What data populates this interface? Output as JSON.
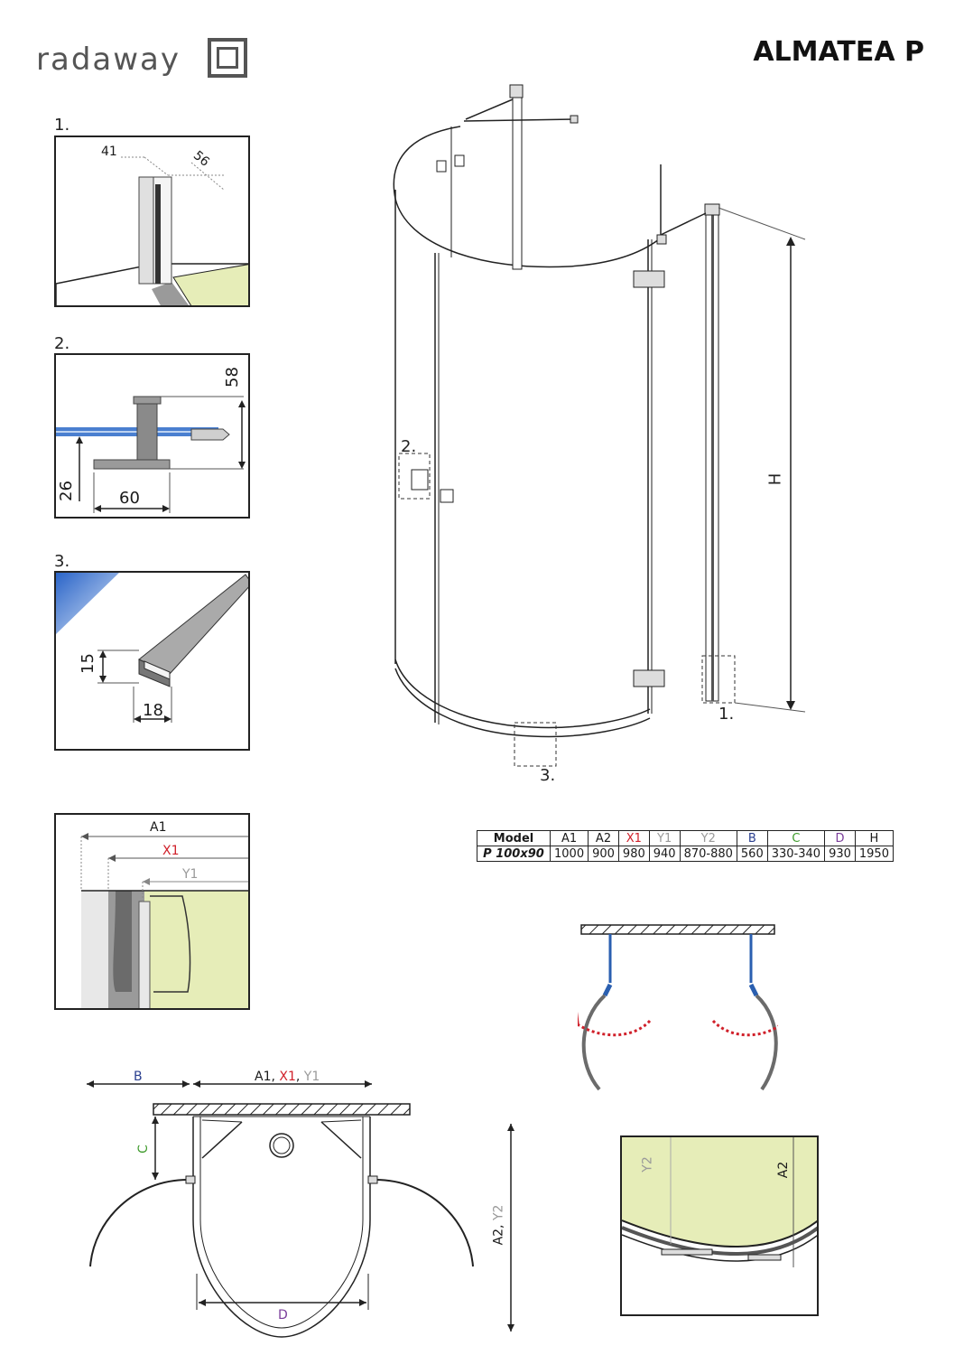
{
  "brand": {
    "name": "radaway"
  },
  "model_title": "ALMATEA P",
  "details": [
    {
      "number": "1.",
      "dims": [
        "41",
        "56"
      ]
    },
    {
      "number": "2.",
      "dims": [
        "58",
        "26",
        "60"
      ]
    },
    {
      "number": "3.",
      "dims": [
        "15",
        "18"
      ]
    }
  ],
  "main_drawing": {
    "height_label": "H",
    "callouts": [
      "1.",
      "2.",
      "3."
    ]
  },
  "section_detail": {
    "labels": [
      "A1",
      "X1",
      "Y1"
    ]
  },
  "spec_table": {
    "headers": [
      "Model",
      "A1",
      "A2",
      "X1",
      "Y1",
      "Y2",
      "B",
      "C",
      "D",
      "H"
    ],
    "row": [
      "P 100x90",
      "1000",
      "900",
      "980",
      "940",
      "870-880",
      "560",
      "330-340",
      "930",
      "1950"
    ]
  },
  "plan_view": {
    "b_label": "B",
    "a_label_a1": "A1",
    "a_label_x1": "X1",
    "a_label_y1": "Y1",
    "c_label": "C",
    "d_label": "D",
    "a2_label": "A2",
    "y2_label": "Y2"
  },
  "corner_detail": {
    "labels": [
      "Y2",
      "A2"
    ]
  },
  "colors": {
    "glass": "#e6edb8",
    "profile": "#9a9a9a",
    "dark_profile": "#6b6b6b",
    "red": "#d0202a",
    "blue": "#2a5fb0",
    "gray_label": "#9a9a9a",
    "green_label": "#3d9a2a",
    "purple_label": "#7a3d9a"
  }
}
